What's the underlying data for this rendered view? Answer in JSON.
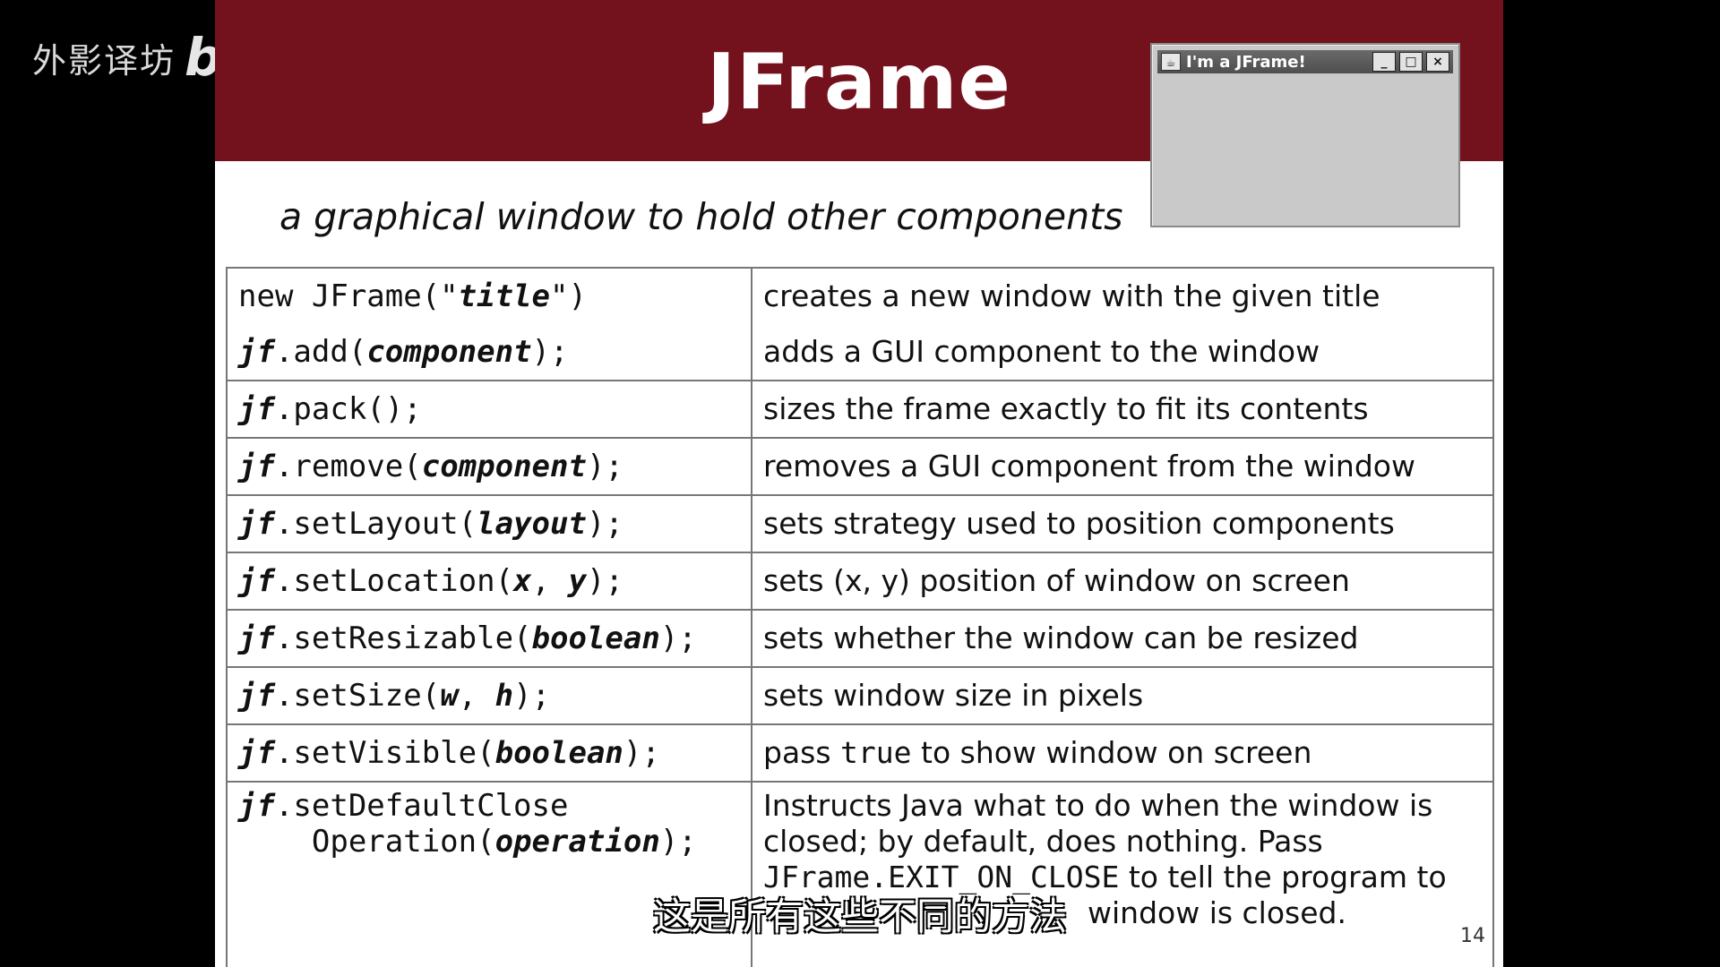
{
  "watermark": {
    "text": "外影译坊",
    "logo": "bilibili"
  },
  "slide": {
    "title": "JFrame",
    "subtitle": "a graphical window to hold other components",
    "page_number": "14"
  },
  "mini_window": {
    "title": "I'm a JFrame!",
    "app_icon": "java-cup-icon",
    "minimize": "_",
    "maximize": "□",
    "close": "×"
  },
  "rows": [
    {
      "lines": [
        {
          "parts": [
            {
              "t": "new JFrame(\"",
              "b": false
            },
            {
              "t": "title",
              "b": true
            },
            {
              "t": "\")",
              "b": false
            }
          ],
          "desc": "creates a new window with the given title"
        },
        {
          "parts": [
            {
              "t": "jf",
              "b": true
            },
            {
              "t": ".add(",
              "b": false
            },
            {
              "t": "component",
              "b": true
            },
            {
              "t": ");",
              "b": false
            }
          ],
          "desc": "adds a GUI component to the window"
        }
      ]
    },
    {
      "lines": [
        {
          "parts": [
            {
              "t": "jf",
              "b": true
            },
            {
              "t": ".pack();",
              "b": false
            }
          ],
          "desc": "sizes the frame exactly to fit its contents"
        }
      ]
    },
    {
      "lines": [
        {
          "parts": [
            {
              "t": "jf",
              "b": true
            },
            {
              "t": ".remove(",
              "b": false
            },
            {
              "t": "component",
              "b": true
            },
            {
              "t": ");",
              "b": false
            }
          ],
          "desc": "removes a GUI component from the window"
        }
      ]
    },
    {
      "lines": [
        {
          "parts": [
            {
              "t": "jf",
              "b": true
            },
            {
              "t": ".setLayout(",
              "b": false
            },
            {
              "t": "layout",
              "b": true
            },
            {
              "t": ");",
              "b": false
            }
          ],
          "desc": "sets strategy used to position components"
        }
      ]
    },
    {
      "lines": [
        {
          "parts": [
            {
              "t": "jf",
              "b": true
            },
            {
              "t": ".setLocation(",
              "b": false
            },
            {
              "t": "x",
              "b": true
            },
            {
              "t": ", ",
              "b": false
            },
            {
              "t": "y",
              "b": true
            },
            {
              "t": ");",
              "b": false
            }
          ],
          "desc": "sets (x, y) position of window on screen"
        }
      ]
    },
    {
      "lines": [
        {
          "parts": [
            {
              "t": "jf",
              "b": true
            },
            {
              "t": ".setResizable(",
              "b": false
            },
            {
              "t": "boolean",
              "b": true
            },
            {
              "t": ");",
              "b": false
            }
          ],
          "desc": "sets whether the window can be resized"
        }
      ]
    },
    {
      "lines": [
        {
          "parts": [
            {
              "t": "jf",
              "b": true
            },
            {
              "t": ".setSize(",
              "b": false
            },
            {
              "t": "w",
              "b": true
            },
            {
              "t": ", ",
              "b": false
            },
            {
              "t": "h",
              "b": true
            },
            {
              "t": ");",
              "b": false
            }
          ],
          "desc": "sets window size in pixels"
        }
      ]
    }
  ],
  "row_visible": {
    "parts": [
      {
        "t": "jf",
        "b": true
      },
      {
        "t": ".setVisible(",
        "b": false
      },
      {
        "t": "boolean",
        "b": true
      },
      {
        "t": ");",
        "b": false
      }
    ],
    "desc_pre": "pass ",
    "desc_code": "true",
    "desc_post": " to show window on screen"
  },
  "row_close": {
    "code_line1": [
      {
        "t": "jf",
        "b": true
      },
      {
        "t": ".setDefaultClose",
        "b": false
      }
    ],
    "code_line2": [
      {
        "t": "    Operation(",
        "b": false
      },
      {
        "t": "operation",
        "b": true
      },
      {
        "t": ");",
        "b": false
      }
    ],
    "desc_1": "Instructs Java what to do when the window is",
    "desc_2": "closed; by default, does nothing.  Pass",
    "desc_3_code": "JFrame.EXIT_ON_CLOSE",
    "desc_3_post": " to tell the program to",
    "desc_4": "window is closed."
  },
  "caption": "这是所有这些不同的方法"
}
